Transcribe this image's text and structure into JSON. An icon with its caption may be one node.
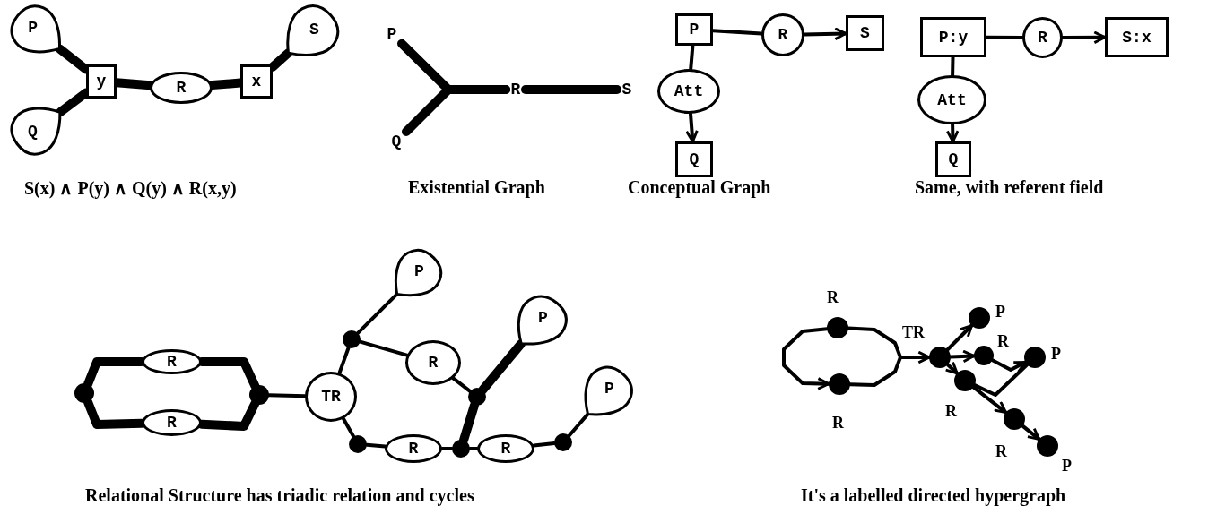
{
  "diagram": {
    "nodes": [
      {
        "text": [
          "P"
        ]
      },
      {
        "text": [
          "y"
        ]
      },
      {
        "text": [
          "Q"
        ]
      },
      {
        "text": [
          "R"
        ]
      },
      {
        "text": [
          "x"
        ]
      },
      {
        "text": [
          "S"
        ]
      },
      {
        "text": [
          "P"
        ]
      },
      {
        "text": [
          "Q"
        ]
      },
      {
        "text": [
          "R"
        ]
      },
      {
        "text": [
          "S"
        ]
      },
      {
        "text": [
          "P"
        ]
      },
      {
        "text": [
          "R"
        ]
      },
      {
        "text": [
          "S"
        ]
      },
      {
        "text": [
          "Att"
        ]
      },
      {
        "text": [
          "Q"
        ]
      },
      {
        "text": [
          "P:y"
        ]
      },
      {
        "text": [
          "R"
        ]
      },
      {
        "text": [
          "S:x"
        ]
      },
      {
        "text": [
          "Att"
        ]
      },
      {
        "text": [
          "Q"
        ]
      },
      {
        "text": [],
        "shape": "circle"
      },
      {
        "text": [
          "R"
        ]
      },
      {
        "text": [
          "R"
        ]
      },
      {
        "text": [],
        "shape": "circle"
      },
      {
        "text": [
          "TR"
        ]
      },
      {
        "text": [],
        "shape": "circle"
      },
      {
        "text": [
          "P"
        ]
      },
      {
        "text": [
          "R"
        ]
      },
      {
        "text": [],
        "shape": "circle"
      },
      {
        "text": [
          "P"
        ]
      },
      {
        "text": [],
        "shape": "circle"
      },
      {
        "text": [
          "R"
        ]
      },
      {
        "text": [],
        "shape": "circle"
      },
      {
        "text": [
          "R"
        ]
      },
      {
        "text": [],
        "shape": "circle"
      },
      {
        "text": [
          "P"
        ]
      },
      {
        "text": [],
        "shape": "circle",
        "beside": [
          "R"
        ]
      },
      {
        "text": [],
        "shape": "circle",
        "beside": [
          "R"
        ]
      },
      {
        "text": [],
        "shape": "circle",
        "beside": [
          "TR"
        ]
      },
      {
        "text": [],
        "shape": "circle",
        "beside": [
          "P"
        ]
      },
      {
        "text": [],
        "shape": "circle",
        "beside": [
          "R"
        ]
      },
      {
        "text": [],
        "shape": "circle",
        "beside": [
          "P"
        ]
      },
      {
        "text": [],
        "shape": "circle",
        "beside": [
          "R"
        ]
      },
      {
        "text": [],
        "shape": "circle",
        "beside": [
          "R"
        ]
      },
      {
        "text": [],
        "shape": "circle",
        "beside": [
          "P"
        ]
      }
    ],
    "edges": [
      {
        "from": 0,
        "to": 1,
        "arrow": "none",
        "style": "thick"
      },
      {
        "from": 2,
        "to": 1,
        "arrow": "none",
        "style": "thick"
      },
      {
        "from": 1,
        "to": 3,
        "arrow": "none",
        "style": "thick"
      },
      {
        "from": 3,
        "to": 4,
        "arrow": "none",
        "style": "thick"
      },
      {
        "from": 4,
        "to": 5,
        "arrow": "none",
        "style": "thick"
      },
      {
        "from": 6,
        "to": 8,
        "arrow": "none",
        "style": "thick"
      },
      {
        "from": 7,
        "to": 8,
        "arrow": "none",
        "style": "thick"
      },
      {
        "from": 8,
        "to": 9,
        "arrow": "none",
        "style": "thick"
      },
      {
        "from": 10,
        "to": 11,
        "arrow": "none"
      },
      {
        "from": 11,
        "to": 12,
        "arrow": "to"
      },
      {
        "from": 10,
        "to": 13,
        "arrow": "none"
      },
      {
        "from": 13,
        "to": 14,
        "arrow": "to"
      },
      {
        "from": 15,
        "to": 16,
        "arrow": "none"
      },
      {
        "from": 16,
        "to": 17,
        "arrow": "to"
      },
      {
        "from": 15,
        "to": 18,
        "arrow": "none"
      },
      {
        "from": 18,
        "to": 19,
        "arrow": "to"
      },
      {
        "from": 20,
        "to": 21,
        "arrow": "none",
        "style": "thick"
      },
      {
        "from": 21,
        "to": 23,
        "arrow": "none",
        "style": "thick"
      },
      {
        "from": 20,
        "to": 22,
        "arrow": "none",
        "style": "thick"
      },
      {
        "from": 22,
        "to": 23,
        "arrow": "none",
        "style": "thick"
      },
      {
        "from": 23,
        "to": 24,
        "arrow": "none"
      },
      {
        "from": 24,
        "to": 25,
        "arrow": "none"
      },
      {
        "from": 24,
        "to": 30,
        "arrow": "none"
      },
      {
        "from": 25,
        "to": 26,
        "arrow": "none"
      },
      {
        "from": 25,
        "to": 27,
        "arrow": "none"
      },
      {
        "from": 27,
        "to": 28,
        "arrow": "none"
      },
      {
        "from": 28,
        "to": 29,
        "arrow": "none",
        "style": "thick"
      },
      {
        "from": 28,
        "to": 32,
        "arrow": "none",
        "style": "thick"
      },
      {
        "from": 30,
        "to": 31,
        "arrow": "none"
      },
      {
        "from": 31,
        "to": 32,
        "arrow": "none"
      },
      {
        "from": 32,
        "to": 33,
        "arrow": "none"
      },
      {
        "from": 33,
        "to": 34,
        "arrow": "none"
      },
      {
        "from": 34,
        "to": 35,
        "arrow": "none"
      },
      {
        "from": 36,
        "to": 37,
        "arrow": "to"
      },
      {
        "from": 37,
        "to": 38,
        "arrow": "to"
      },
      {
        "from": 38,
        "to": 36,
        "arrow": "none"
      },
      {
        "from": 38,
        "to": 39,
        "arrow": "to"
      },
      {
        "from": 38,
        "to": 40,
        "arrow": "to"
      },
      {
        "from": 40,
        "to": 41,
        "arrow": "to"
      },
      {
        "from": 38,
        "to": 42,
        "arrow": "to"
      },
      {
        "from": 42,
        "to": 43,
        "arrow": "to"
      },
      {
        "from": 43,
        "to": 44,
        "arrow": "to"
      },
      {
        "from": 41,
        "to": 42,
        "arrow": "none"
      }
    ],
    "labels": [
      "S(x) ∧ P(y) ∧ Q(y) ∧ R(x,y)",
      "Existential Graph",
      "Conceptual Graph",
      "Same, with referent field",
      "Relational Structure has triadic relation and cycles",
      "It's a labelled directed hypergraph"
    ]
  }
}
